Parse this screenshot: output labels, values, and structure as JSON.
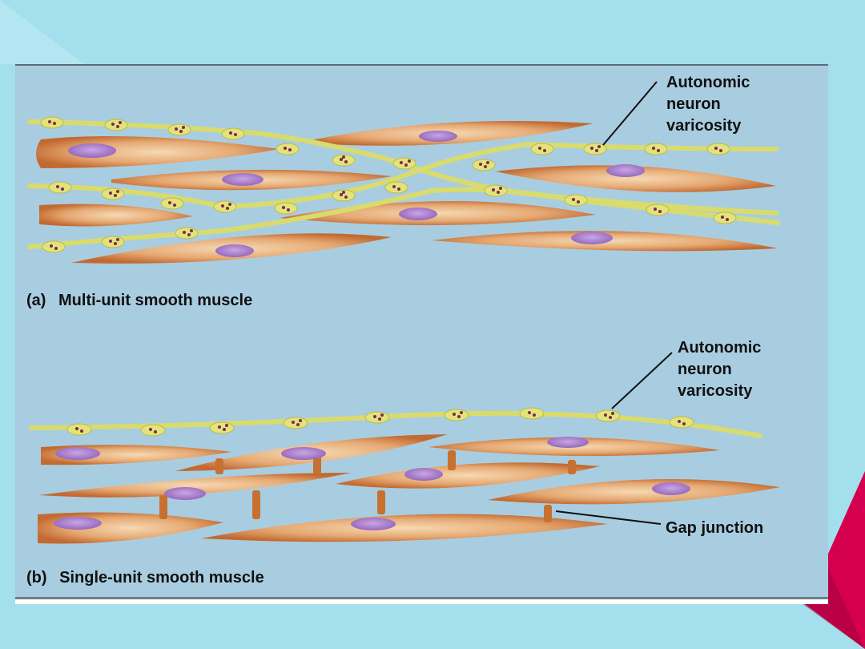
{
  "colors": {
    "slide_background": "#a3dfec",
    "figure_background": "#a9cde0",
    "accent_magenta": "#d4004f",
    "muscle_cell": "#c9743a",
    "muscle_cell_light": "#f3d0a6",
    "nucleus": "#a476c6",
    "neuron_fiber": "#d9dc6c",
    "vesicle": "#7a2a58"
  },
  "panel_a": {
    "label_letter": "(a)",
    "caption": "Multi-unit smooth muscle",
    "callout_line1": "Autonomic",
    "callout_line2": "neuron",
    "callout_line3": "varicosity"
  },
  "panel_b": {
    "label_letter": "(b)",
    "caption": "Single-unit smooth muscle",
    "callout_line1": "Autonomic",
    "callout_line2": "neuron",
    "callout_line3": "varicosity",
    "gap_junction_label": "Gap junction"
  }
}
